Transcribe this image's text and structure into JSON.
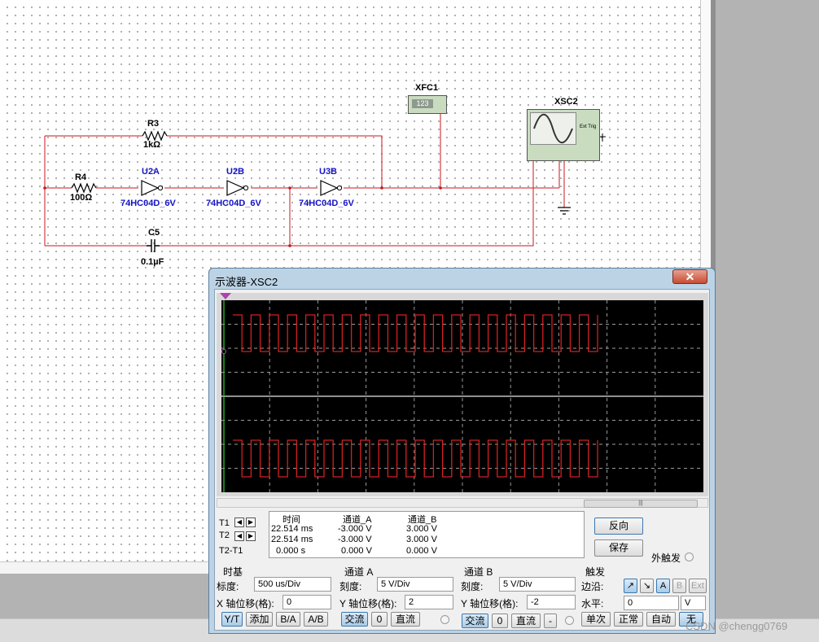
{
  "circuit": {
    "r3": {
      "ref": "R3",
      "value": "1kΩ"
    },
    "r4": {
      "ref": "R4",
      "value": "100Ω"
    },
    "c5": {
      "ref": "C5",
      "value": "0.1µF"
    },
    "u2a": {
      "ref": "U2A",
      "part": "74HC04D_6V"
    },
    "u2b": {
      "ref": "U2B",
      "part": "74HC04D_6V"
    },
    "u3b": {
      "ref": "U3B",
      "part": "74HC04D_6V"
    },
    "xfc1": {
      "ref": "XFC1",
      "display": "123"
    },
    "xsc2": {
      "ref": "XSC2",
      "ext_trig": "Ext Trig"
    },
    "wire_color": "#c8141e",
    "label_color": "#1515c8"
  },
  "oscilloscope": {
    "title": "示波器-XSC2",
    "close_icon": "close-icon",
    "trace_color": "#d42020",
    "measure": {
      "headers": [
        "时间",
        "通道_A",
        "通道_B"
      ],
      "rows": [
        {
          "label": "T1",
          "time": "22.514 ms",
          "a": "-3.000 V",
          "b": "3.000 V"
        },
        {
          "label": "T2",
          "time": "22.514 ms",
          "a": "-3.000 V",
          "b": "3.000 V"
        },
        {
          "label": "T2-T1",
          "time": "0.000 s",
          "a": "0.000 V",
          "b": "0.000 V"
        }
      ]
    },
    "buttons": {
      "reverse": "反向",
      "save": "保存",
      "ext_trigger": "外触发"
    },
    "timebase": {
      "title": "时基",
      "scale_label": "标度:",
      "scale_value": "500 us/Div",
      "xpos_label": "X 轴位移(格):",
      "xpos_value": "0",
      "modes": [
        "Y/T",
        "添加",
        "B/A",
        "A/B"
      ]
    },
    "channel_a": {
      "title": "通道 A",
      "scale_label": "刻度:",
      "scale_value": "5  V/Div",
      "ypos_label": "Y 轴位移(格):",
      "ypos_value": "2",
      "coupling": [
        "交流",
        "0",
        "直流"
      ]
    },
    "channel_b": {
      "title": "通道 B",
      "scale_label": "刻度:",
      "scale_value": "5  V/Div",
      "ypos_label": "Y 轴位移(格):",
      "ypos_value": "-2",
      "coupling": [
        "交流",
        "0",
        "直流",
        "-"
      ]
    },
    "trigger": {
      "title": "触发",
      "edge_label": "边沿:",
      "edge_options": [
        "A",
        "B",
        "Ext"
      ],
      "level_label": "水平:",
      "level_value": "0",
      "level_unit": "V",
      "modes": [
        "单次",
        "正常",
        "自动",
        "无"
      ]
    }
  },
  "watermark": "CSDN @chengg0769"
}
